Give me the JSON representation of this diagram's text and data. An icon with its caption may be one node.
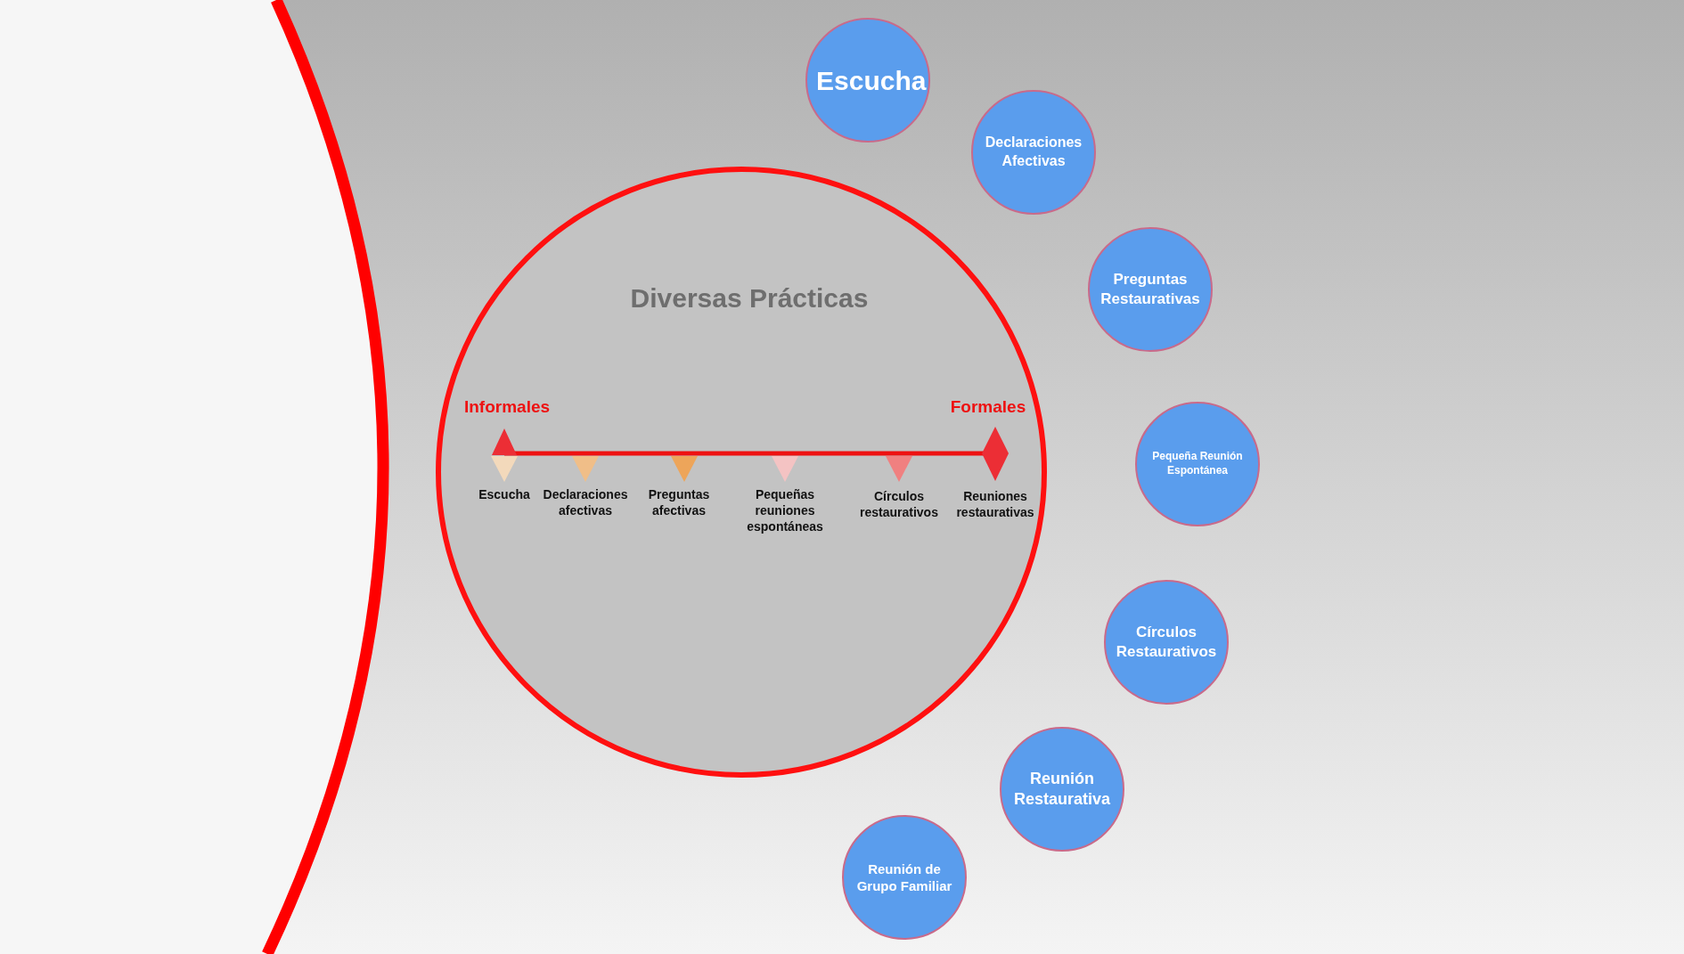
{
  "diagram": {
    "nodes": [
      {
        "text": [
          "Diversas Prácticas"
        ]
      },
      {
        "text": [
          "Escucha"
        ]
      },
      {
        "text": [
          "Declaraciones Afectivas"
        ]
      },
      {
        "text": [
          "Preguntas Restaurativas"
        ]
      },
      {
        "text": [
          "Pequeña Reunión Espontánea"
        ]
      },
      {
        "text": [
          "Círculos Restaurativos"
        ]
      },
      {
        "text": [
          "Reunión Restaurativa"
        ]
      },
      {
        "text": [
          "Reunión de Grupo Familiar"
        ]
      }
    ],
    "labels": [
      "Informales",
      "Formales",
      "Escucha",
      "Declaraciones afectivas",
      "Preguntas afectivas",
      "Pequeñas reuniones espontáneas",
      "Círculos restaurativos",
      "Reuniones restaurativas"
    ]
  }
}
